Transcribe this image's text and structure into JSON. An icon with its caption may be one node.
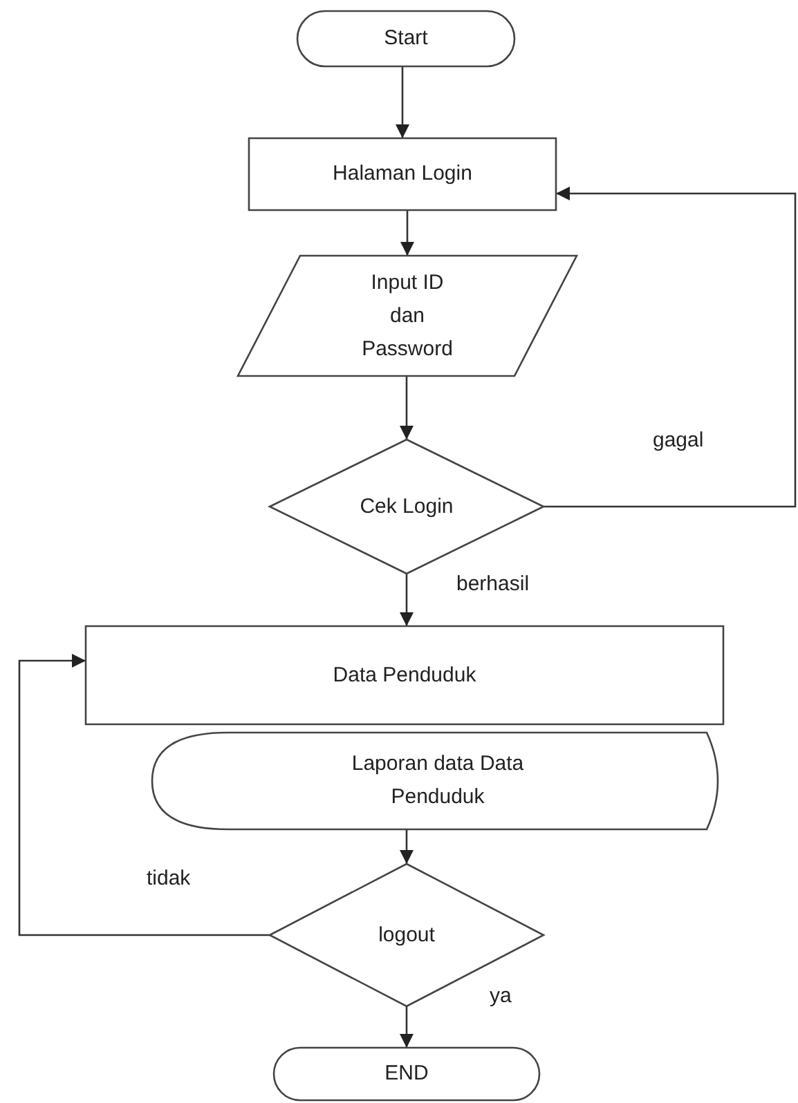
{
  "diagram": {
    "nodes": [
      {
        "text": [
          "Start"
        ]
      },
      {
        "text": [
          "Halaman Login"
        ]
      },
      {
        "text": [
          "Input ID dan Password"
        ]
      },
      {
        "text": [
          "Cek Login"
        ]
      },
      {
        "text": [
          "Data Penduduk"
        ]
      },
      {
        "text": [
          "Laporan data Data Penduduk"
        ]
      },
      {
        "text": [
          "logout"
        ]
      },
      {
        "text": [
          "END"
        ]
      }
    ],
    "edges": [
      {
        "from": 0,
        "to": 1,
        "arrow": "to"
      },
      {
        "from": 1,
        "to": 2,
        "arrow": "to"
      },
      {
        "from": 2,
        "to": 3,
        "arrow": "to"
      },
      {
        "from": 3,
        "to": 1,
        "label": "gagal",
        "arrow": "to"
      },
      {
        "from": 3,
        "to": 4,
        "label": "berhasil",
        "arrow": "to"
      },
      {
        "from": 5,
        "to": 6,
        "arrow": "to"
      },
      {
        "from": 6,
        "to": 4,
        "label": "tidak",
        "arrow": "to"
      },
      {
        "from": 6,
        "to": 7,
        "label": "ya",
        "arrow": "to"
      }
    ]
  }
}
